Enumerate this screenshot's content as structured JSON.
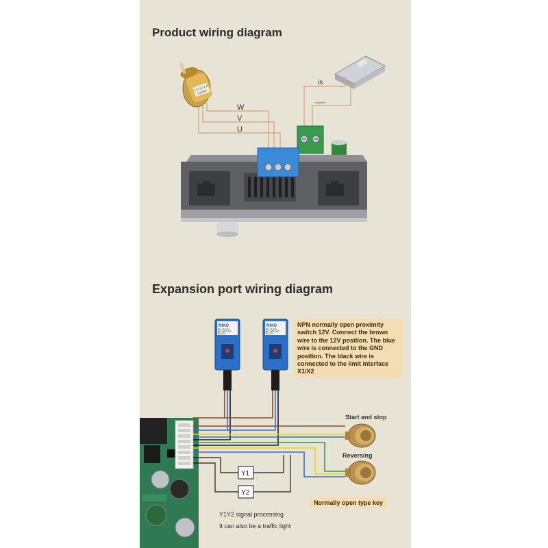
{
  "headings": {
    "product": "Product wiring diagram",
    "expansion": "Expansion port wiring diagram"
  },
  "motor": {
    "phase_w": "W",
    "phase_v": "V",
    "phase_u": "U",
    "label_line1": "A2212/13T",
    "label_line2": "1000KV"
  },
  "power": {
    "label": "is",
    "small_label": "negative"
  },
  "sensor": {
    "brand": "RIKO",
    "spec_line1": "BK-10-30V",
    "spec_line2": "BK=NPN.NO",
    "spec_line3": "BU=0V"
  },
  "npn_note": "NPN normally open proximity switch 12V. Connect the brown wire to the 12V position. The blue wire is connected to the GND position. The black wire is connected to the limit interface X1/X2",
  "buttons": {
    "start_stop": "Start and stop",
    "reversing": "Reversing",
    "key_type": "Normally open type key"
  },
  "signals": {
    "y1": "Y1",
    "y2": "Y2",
    "caption_line1": "Y1Y2 signal processing",
    "caption_line2": "It can also be a traffic light"
  },
  "wire_colors": {
    "copper": "#d9a070",
    "brown": "#8b4a1e",
    "blue": "#2f6fd0",
    "yellow": "#e8d030",
    "green": "#2e9a3e",
    "black": "#1a1a1a"
  }
}
